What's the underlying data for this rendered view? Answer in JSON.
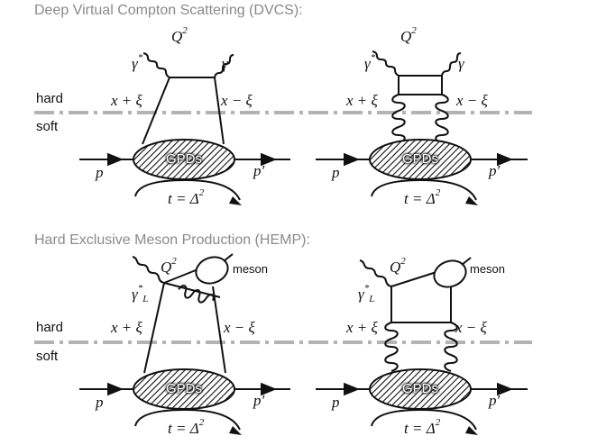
{
  "sections": [
    {
      "title": "Deep Virtual Compton Scattering (DVCS):"
    },
    {
      "title": "Hard Exclusive Meson Production (HEMP):"
    }
  ],
  "labels": {
    "hard": "hard",
    "soft": "soft",
    "gpds": "GPDs",
    "meson": "meson",
    "p": "p",
    "p_prime": "p′",
    "x_plus_xi": "x + ξ",
    "x_minus_xi": "x − ξ",
    "x_minus_xi_tight": "x − ξ",
    "q2": "Q",
    "q2_exp": "2",
    "gamma": "γ",
    "gamma_star": "γ",
    "star": "*",
    "gamma_l": "γ",
    "l_sub": "L",
    "t_eq": "t = Δ",
    "t_exp": "2"
  },
  "colors": {
    "dashed_line": "#b3b3b3",
    "heading": "#8a8a8a",
    "ink": "#111111"
  }
}
